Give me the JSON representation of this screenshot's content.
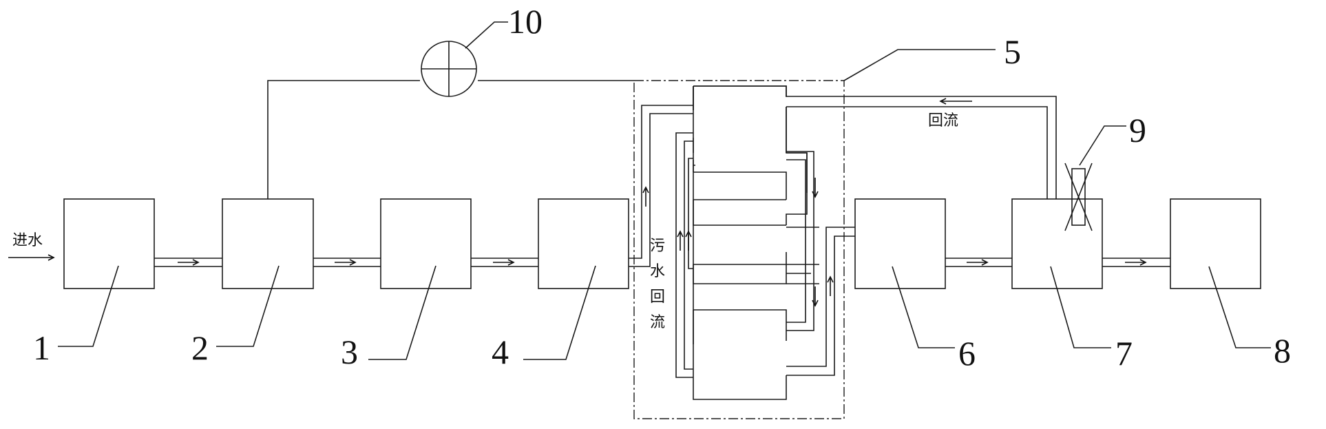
{
  "labels": {
    "inflow": "进水",
    "reflux": "回流",
    "sewage_reflux": [
      "污",
      "水",
      "回",
      "流"
    ]
  },
  "callouts": [
    "1",
    "2",
    "3",
    "4",
    "5",
    "6",
    "7",
    "8",
    "9",
    "10"
  ]
}
